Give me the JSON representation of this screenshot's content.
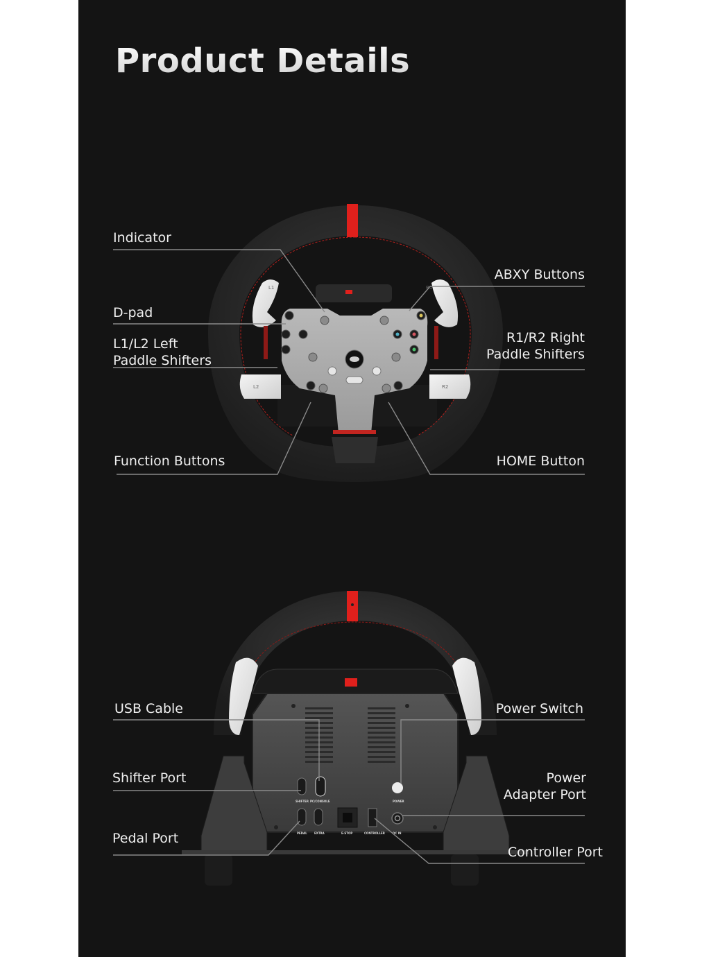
{
  "page": {
    "title": "Product Details",
    "background_color": "#141414",
    "accent_color": "#e0201c"
  },
  "front_view": {
    "callouts_left": [
      {
        "id": "indicator",
        "label": "Indicator"
      },
      {
        "id": "dpad",
        "label": "D-pad"
      },
      {
        "id": "left_paddles",
        "label_line1": "L1/L2 Left",
        "label_line2": "Paddle Shifters"
      },
      {
        "id": "function_buttons",
        "label": "Function Buttons"
      }
    ],
    "callouts_right": [
      {
        "id": "abxy",
        "label": "ABXY Buttons"
      },
      {
        "id": "right_paddles",
        "label_line1": "R1/R2 Right",
        "label_line2": "Paddle Shifters"
      },
      {
        "id": "home",
        "label": "HOME Button"
      }
    ],
    "paddle_marks": {
      "l1": "L1",
      "l2": "L2",
      "r1": "R1",
      "r2": "R2"
    }
  },
  "rear_view": {
    "callouts_left": [
      {
        "id": "usb",
        "label": "USB Cable"
      },
      {
        "id": "shifter",
        "label": "Shifter Port"
      },
      {
        "id": "pedal",
        "label": "Pedal Port"
      }
    ],
    "callouts_right": [
      {
        "id": "power_switch",
        "label": "Power Switch"
      },
      {
        "id": "power_adapter",
        "label_line1": "Power",
        "label_line2": "Adapter Port"
      },
      {
        "id": "controller",
        "label": "Controller Port"
      }
    ],
    "port_marks": {
      "shifter": "SHIFTER",
      "pc_console": "PC/CONSOLE",
      "power": "POWER",
      "pedal": "PEDAL",
      "extra": "EXTRA",
      "estop": "E-STOP",
      "controller": "CONTROLLER",
      "dcin": "DC IN"
    }
  }
}
